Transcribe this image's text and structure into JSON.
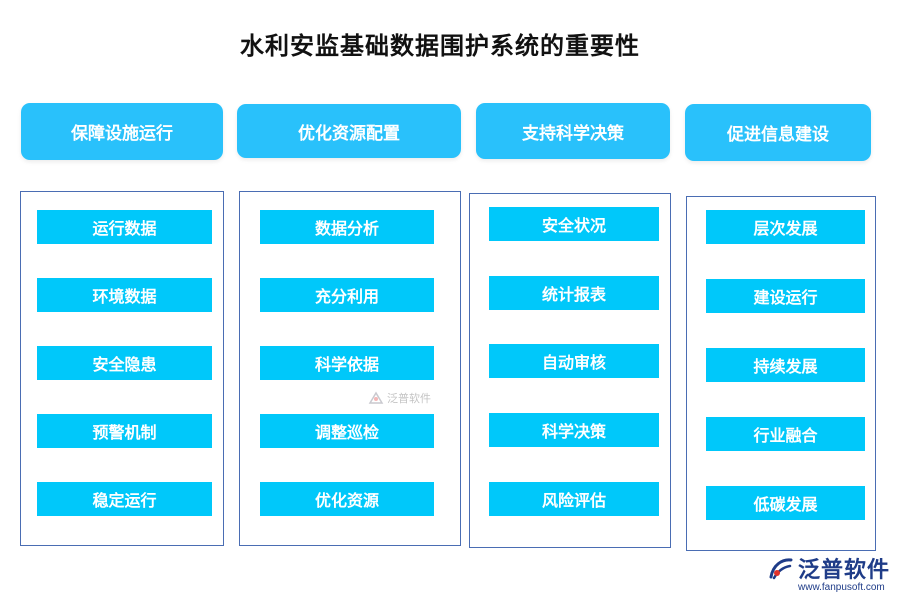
{
  "title": "水利安监基础数据围护系统的重要性",
  "columns": [
    {
      "header": "保障设施运行",
      "items": [
        "运行数据",
        "环境数据",
        "安全隐患",
        "预警机制",
        "稳定运行"
      ]
    },
    {
      "header": "优化资源配置",
      "items": [
        "数据分析",
        "充分利用",
        "科学依据",
        "调整巡检",
        "优化资源"
      ]
    },
    {
      "header": "支持科学决策",
      "items": [
        "安全状况",
        "统计报表",
        "自动审核",
        "科学决策",
        "风险评估"
      ]
    },
    {
      "header": "促进信息建设",
      "items": [
        "层次发展",
        "建设运行",
        "持续发展",
        "行业融合",
        "低碳发展"
      ]
    }
  ],
  "watermark": "泛普软件",
  "logo": {
    "name": "泛普软件",
    "url": "www.fanpusoft.com",
    "icon": "fanpu-logo-icon"
  },
  "colors": {
    "header_bg": "#29C1FB",
    "item_bg": "#00C8FA",
    "panel_border": "#4a6db3",
    "title": "#111111"
  }
}
